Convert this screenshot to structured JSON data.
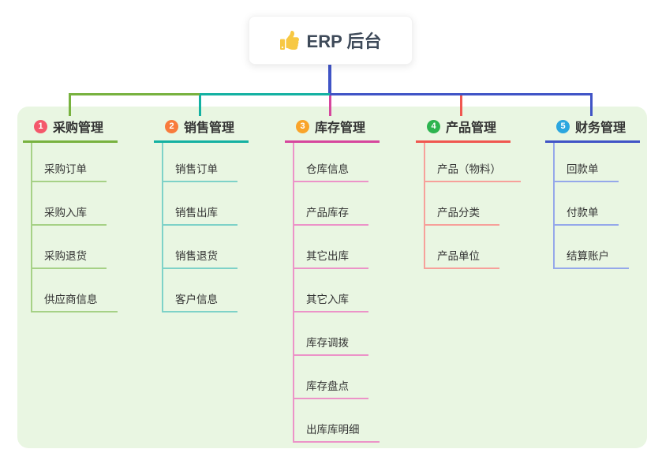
{
  "root": {
    "label": "ERP 后台",
    "icon": "thumbs-up-icon"
  },
  "canvas": {
    "page_background": "#ffffff",
    "panel_background": "#e9f6e2",
    "root_text_color": "#3e4a59",
    "root_line_color": "#4054c6",
    "thumb_color": "#f7c843"
  },
  "branches": [
    {
      "badge": "1",
      "label": "采购管理",
      "color": {
        "main": "#78b23f",
        "light": "#a6d186",
        "badge": "#f4586b"
      },
      "children": [
        "采购订单",
        "采购入库",
        "采购退货",
        "供应商信息"
      ]
    },
    {
      "badge": "2",
      "label": "销售管理",
      "color": {
        "main": "#14b1a2",
        "light": "#7ed2c8",
        "badge": "#f87b3c"
      },
      "children": [
        "销售订单",
        "销售出库",
        "销售退货",
        "客户信息"
      ]
    },
    {
      "badge": "3",
      "label": "库存管理",
      "color": {
        "main": "#d6479d",
        "light": "#ec93c8",
        "badge": "#f9a42a"
      },
      "children": [
        "仓库信息",
        "产品库存",
        "其它出库",
        "其它入库",
        "库存调拨",
        "库存盘点",
        "出库库明细"
      ]
    },
    {
      "badge": "4",
      "label": "产品管理",
      "color": {
        "main": "#f05750",
        "light": "#f7a09a",
        "badge": "#2db44f"
      },
      "children": [
        "产品（物料）",
        "产品分类",
        "产品单位"
      ]
    },
    {
      "badge": "5",
      "label": "财务管理",
      "color": {
        "main": "#4054c6",
        "light": "#95a8ea",
        "badge": "#2ba6df"
      },
      "children": [
        "回款单",
        "付款单",
        "结算账户"
      ]
    }
  ]
}
